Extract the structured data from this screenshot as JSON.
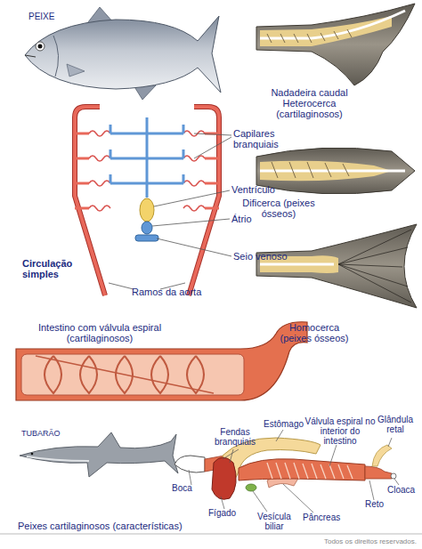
{
  "diagram": {
    "labels": [
      "PEIXE",
      "Nadadeira caudal Heterocerca (cartilaginosos)",
      "Capilares branquiais",
      "Ventrículo",
      "Átrio",
      "Seio venoso",
      "Circulação simples",
      "Ramos da aorta",
      "Dificerca (peixes ósseos)",
      "Homocerca (peixes ósseos)",
      "Intestino com válvula espiral (cartilaginosos)",
      "TUBARÃO",
      "Fendas branquiais",
      "Estômago",
      "Válvula espiral no interior do intestino",
      "Glândula retal",
      "Boca",
      "Cloaca",
      "Reto",
      "Fígado",
      "Pâncreas",
      "Vesícula biliar",
      "Peixes cartilaginosos (características)",
      "Todos os direitos reservados."
    ]
  }
}
